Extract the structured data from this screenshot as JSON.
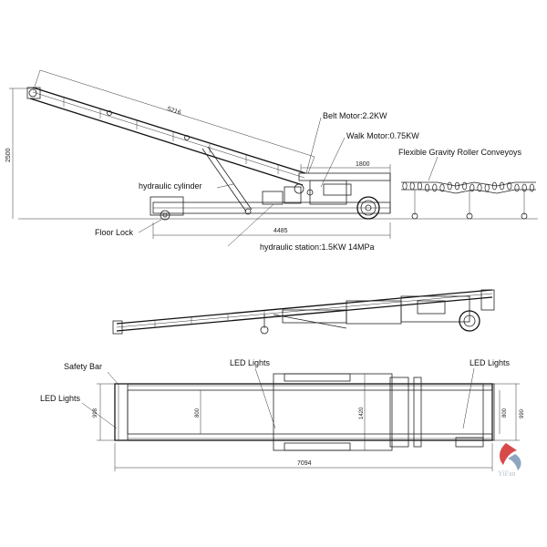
{
  "labels": {
    "belt_motor": "Belt Motor:2.2KW",
    "walk_motor": "Walk Motor:0.75KW",
    "flexible_conveyors": "Flexible Gravity Roller Conveyoys",
    "hydraulic_cylinder": "hydraulic cylinder",
    "floor_lock": "Floor Lock",
    "hydraulic_station": "hydraulic station:1.5KW 14MPa",
    "safety_bar": "Safety Bar",
    "led_lights_top_mid": "LED Lights",
    "led_lights_top_right": "LED Lights",
    "led_lights_left": "LED Lights"
  },
  "dimensions": {
    "boom_length": "5216",
    "height": "2500",
    "frame_1800": "1800",
    "length_4485": "4485",
    "width_998": "998",
    "width_800_left": "800",
    "width_1420": "1420",
    "width_800_right": "800",
    "width_990": "990",
    "total_7094": "7094"
  },
  "logo": {
    "text": "YiFan",
    "color_red": "#d84a4a",
    "color_blue": "#8fa6c0"
  }
}
